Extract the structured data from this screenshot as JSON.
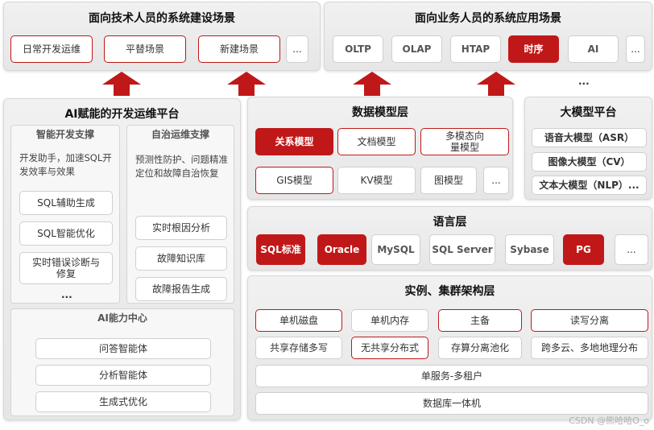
{
  "top_left": {
    "title": "面向技术人员的系统建设场景",
    "items": [
      "日常开发运维",
      "平替场景",
      "新建场景",
      "..."
    ]
  },
  "top_right": {
    "title": "面向业务人员的系统应用场景",
    "items": [
      "OLTP",
      "OLAP",
      "HTAP",
      "时序",
      "AI",
      "..."
    ]
  },
  "ai_platform": {
    "title": "AI赋能的开发运维平台",
    "dev": {
      "title": "智能开发支撑",
      "desc": "开发助手，加速SQL开发效率与效果",
      "items": [
        "SQL辅助生成",
        "SQL智能优化",
        "实时错误诊断与修复",
        "..."
      ]
    },
    "ops": {
      "title": "自治运维支撑",
      "desc": "预测性防护、问题精准定位和故障自治恢复",
      "items": [
        "实时根因分析",
        "故障知识库",
        "故障报告生成",
        "..."
      ]
    },
    "center": {
      "title": "AI能力中心",
      "items": [
        "问答智能体",
        "分析智能体",
        "生成式优化"
      ]
    }
  },
  "data_model": {
    "title": "数据模型层",
    "row1": [
      "关系模型",
      "文档模型",
      "多模态向量模型"
    ],
    "row2": [
      "GIS模型",
      "KV模型",
      "图模型",
      "..."
    ]
  },
  "llm_platform": {
    "title": "大模型平台",
    "items": [
      "语音大模型（ASR）",
      "图像大模型（CV）",
      "文本大模型（NLP）..."
    ]
  },
  "language": {
    "title": "语言层",
    "items": [
      "SQL标准",
      "Oracle",
      "MySQL",
      "SQL Server",
      "Sybase",
      "PG",
      "..."
    ]
  },
  "instance": {
    "title": "实例、集群架构层",
    "row1": [
      "单机磁盘",
      "单机内存",
      "主备",
      "读写分离"
    ],
    "row2": [
      "共享存储多写",
      "无共享分布式",
      "存算分离池化",
      "跨多云、多地地理分布"
    ],
    "row3": "单服务-多租户",
    "row4": "数据库一体机"
  },
  "colors": {
    "accent": "#c01818",
    "panel": "#ececec"
  },
  "watermark": "CSDN @熊哈哈O_o"
}
